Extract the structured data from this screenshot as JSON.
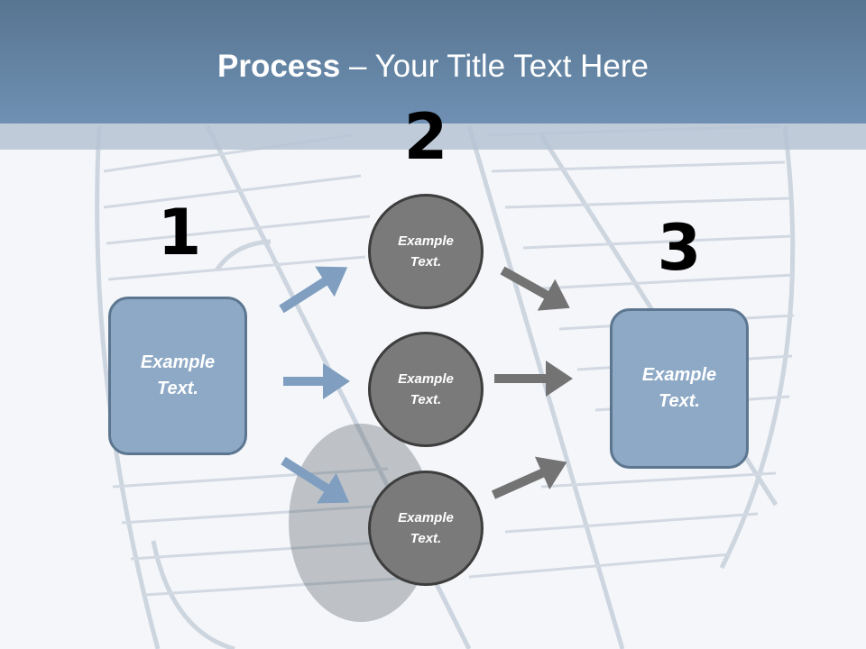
{
  "slide": {
    "title_bold": "Process",
    "title_rest": " – Your Title Text Here"
  },
  "steps": [
    {
      "number": "1"
    },
    {
      "number": "2"
    },
    {
      "number": "3"
    }
  ],
  "left_box": {
    "text": "Example\nText."
  },
  "right_box": {
    "text": "Example\nText."
  },
  "circles": [
    {
      "text": "Example\nText."
    },
    {
      "text": "Example\nText."
    },
    {
      "text": "Example\nText."
    }
  ],
  "colors": {
    "title_bar": "#6f90b3",
    "box_fill": "#8ea9c6",
    "circle_fill": "#7a7a7a",
    "arrow_blue": "#7f9ec0",
    "arrow_gray": "#737373"
  }
}
